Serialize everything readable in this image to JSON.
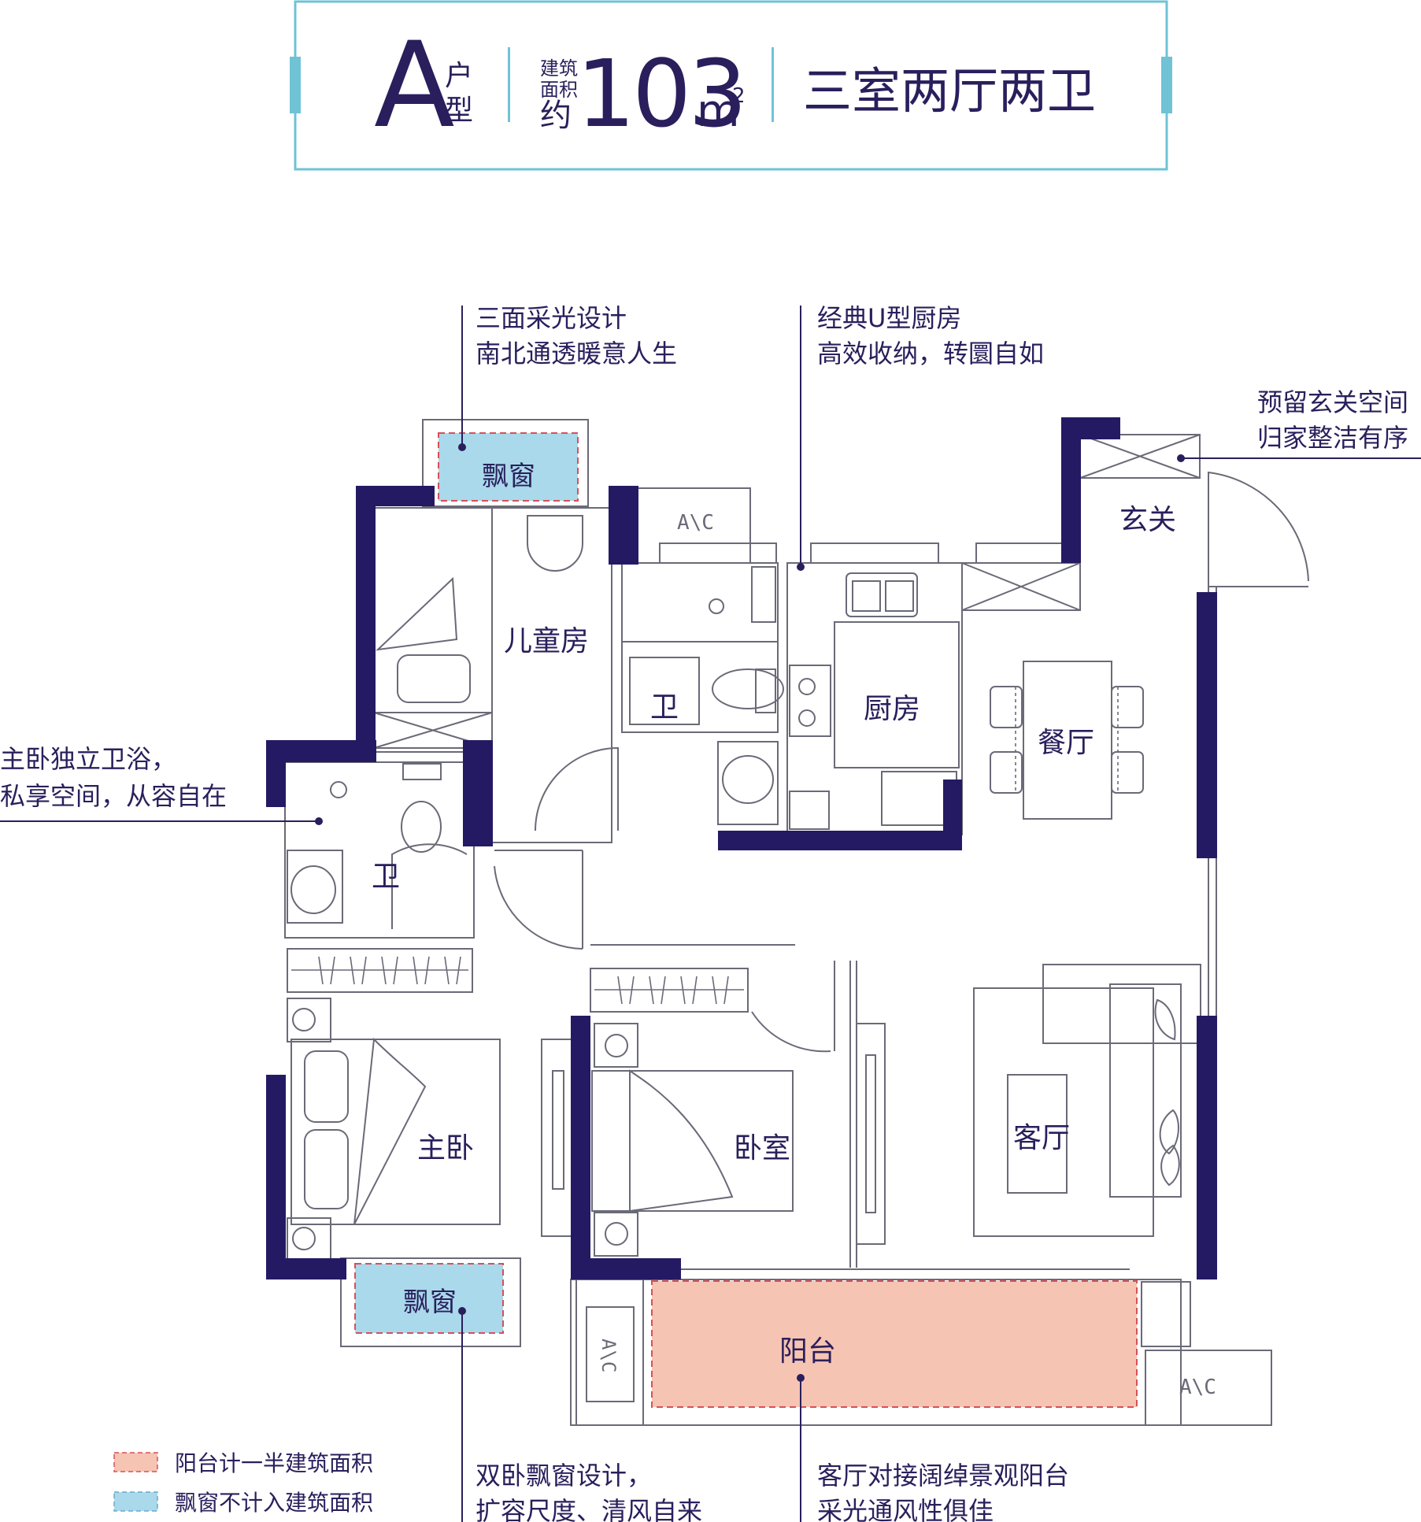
{
  "header": {
    "type_letter": "A",
    "type_suffix_1": "户",
    "type_suffix_2": "型",
    "area_label_1": "建筑",
    "area_label_2": "面积",
    "area_prefix": "约",
    "area_number": "103",
    "area_unit": "m",
    "area_unit_sup": "2",
    "layout": "三室两厅两卫"
  },
  "rooms": {
    "bay_window_top": "飘窗",
    "children_room": "儿童房",
    "bath_center": "卫",
    "kitchen": "厨房",
    "dining": "餐厅",
    "foyer": "玄关",
    "bath_master": "卫",
    "master_bedroom": "主卧",
    "bedroom": "卧室",
    "living_room": "客厅",
    "bay_window_bottom": "飘窗",
    "balcony": "阳台",
    "ac_1": "A\\C",
    "ac_2": "A\\C",
    "ac_3": "A\\C"
  },
  "callouts": {
    "lighting_1": "三面采光设计",
    "lighting_2": "南北通透暖意人生",
    "kitchen_1": "经典U型厨房",
    "kitchen_2": "高效收纳，转圜自如",
    "foyer_1": "预留玄关空间",
    "foyer_2": "归家整洁有序",
    "master_bath_1": "主卧独立卫浴，",
    "master_bath_2": "私享空间，从容自在",
    "bay_1": "双卧飘窗设计，",
    "bay_2": "扩容尺度、清风自来",
    "balcony_1": "客厅对接阔绰景观阳台",
    "balcony_2": "采光通风性俱佳"
  },
  "legend": {
    "balcony_note": "阳台计一半建筑面积",
    "bay_note": "飘窗不计入建筑面积"
  },
  "colors": {
    "wall": "#241a63",
    "text": "#2a1f5c",
    "header_border": "#6fc3d5",
    "bay_fill": "#a9d9ea",
    "balcony_fill": "#f6c4b2",
    "dashed_red": "#d6505a"
  }
}
